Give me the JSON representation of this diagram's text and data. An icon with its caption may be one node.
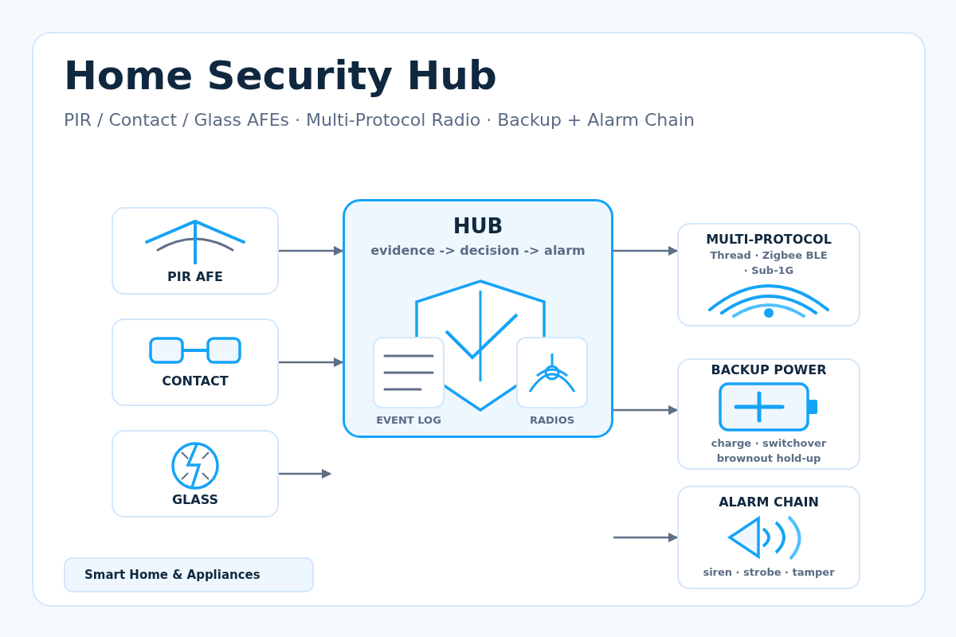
{
  "diagram": {
    "title": "Home Security Hub",
    "nodes": [
      {
        "text": [
          "PIR AFE"
        ]
      },
      {
        "text": [
          "CONTACT"
        ]
      },
      {
        "text": [
          "GLASS"
        ]
      },
      {
        "text": [
          "HUB",
          "evidence -> decision -> alarm"
        ]
      },
      {
        "text": [
          "EVENT LOG"
        ],
        "in": 3
      },
      {
        "text": [
          "RADIOS"
        ],
        "in": 3
      },
      {
        "text": [
          "MULTI-PROTOCOL",
          "Thread · Zigbee BLE · Sub-1G"
        ]
      },
      {
        "text": [
          "BACKUP POWER",
          "charge · switchover brownout hold-up"
        ]
      },
      {
        "text": [
          "ALARM CHAIN",
          "siren · strobe · tamper"
        ]
      }
    ],
    "edges": [
      {
        "from": 0,
        "to": 3,
        "arrow": "to"
      },
      {
        "from": 1,
        "to": 3,
        "arrow": "to"
      },
      {
        "from": 2,
        "to": null,
        "arrow": "to"
      },
      {
        "from": 3,
        "to": 6,
        "arrow": "to"
      },
      {
        "from": 3,
        "to": 7,
        "arrow": "to"
      },
      {
        "from": null,
        "to": 8,
        "arrow": "to"
      }
    ],
    "labels": [
      "PIR / Contact / Glass AFEs · Multi-Protocol Radio · Backup + Alarm Chain",
      "Smart Home & Appliances"
    ]
  }
}
